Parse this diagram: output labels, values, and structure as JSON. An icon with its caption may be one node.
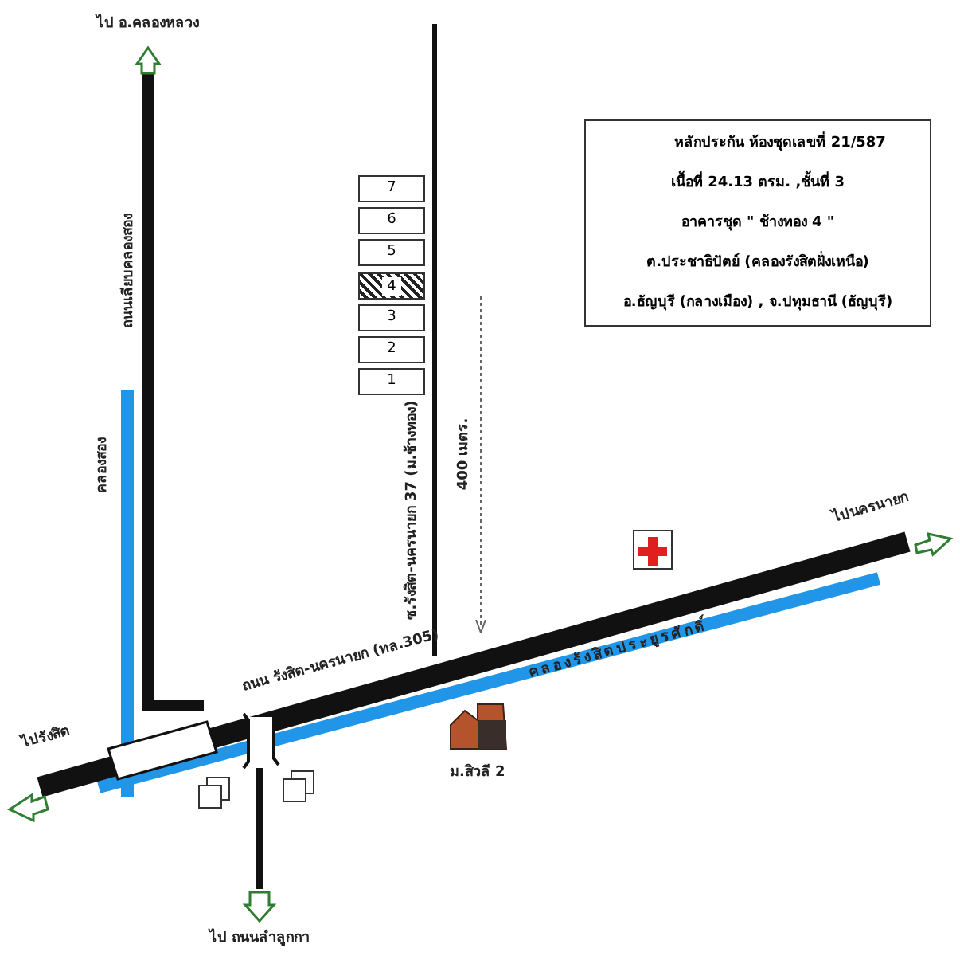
{
  "diagram": {
    "nodes": [
      {
        "text": [
          "หลักประกัน ห้องชุดเลขที่ 21/587",
          "เนื้อที่ 24.13 ตรม.  ,ชั้นที่ 3",
          "อาคารชุด \" ช้างทอง 4 \"",
          "ต.ประชาธิปัตย์ (คลองรังสิตฝั่งเหนือ)",
          "อ.ธัญบุรี (กลางเมือง)  , จ.ปทุมธานี (ธัญบุรี)"
        ]
      },
      {
        "text": [
          "7"
        ]
      },
      {
        "text": [
          "6"
        ]
      },
      {
        "text": [
          "5"
        ]
      },
      {
        "text": [
          "4"
        ]
      },
      {
        "text": [
          "3"
        ]
      },
      {
        "text": [
          "2"
        ]
      },
      {
        "text": [
          "1"
        ]
      }
    ],
    "labels": [
      "ไป อ.คลองหลวง",
      "ถนนเลียบคลองสอง",
      "คลองสอง",
      "ซ.รังสิต-นครนายก 37 (ม.ช้างทอง)",
      "400 เมตร.",
      "ไปนครนายก",
      "ถนน รังสิต-นครนายก (ทล.305)",
      "คลองรังสิตประยูรศักดิ์",
      "ไปรังสิต",
      "ม.สิวลี 2",
      "ไป ถนนลำลูกกา"
    ]
  }
}
